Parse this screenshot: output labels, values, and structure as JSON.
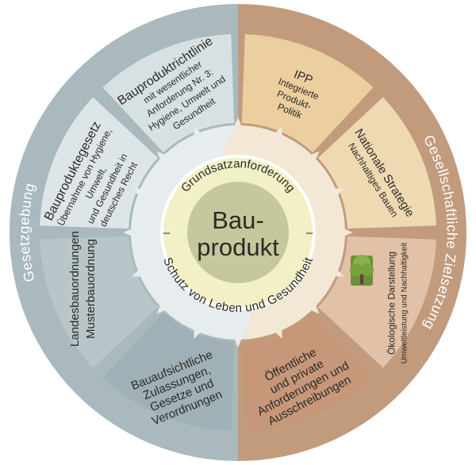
{
  "colors": {
    "left_outer": "#a9b9bd",
    "right_outer": "#c29b7d",
    "left_top": "#d7e0e2",
    "left_upper": "#dde5e7",
    "left_lower": "#b8c6c9",
    "left_bottom": "#9fb1b6",
    "right_top": "#ebcf9f",
    "right_upper": "#efd9b2",
    "right_lower": "#e1c1a7",
    "right_bottom": "#c7977a",
    "inner_left": "#e7ecee",
    "inner_right": "#f3e7d6",
    "center_ring": "#f2f0c7",
    "center_core": "#c6c79c"
  },
  "outer_ring": {
    "left_label": "Gesetzgebung",
    "right_label": "Gesellschaftliche Zielsetzung"
  },
  "segments": {
    "bauproduktrichtlinie": [
      "Bauproduktrichtlinie",
      "mit wesentlicher",
      "Anforderung Nr. 3:",
      "Hygiene, Umwelt und",
      "Gesundheit"
    ],
    "bauproduktegesetz": [
      "Bauproduktegesetz",
      "Übernahme von Hygiene,",
      "Umwelt,",
      "und Gesundheit in",
      "deutsches Recht"
    ],
    "landesbauordnungen": [
      "Landesbauordnungen",
      "Musterbauordnung"
    ],
    "bauaufsichtliche": [
      "Bauaufsichtliche",
      "Zulassungen,",
      "Gesetze und",
      "Verordnungen"
    ],
    "ipp": [
      "IPP",
      "Integrierte",
      "Produkt-",
      "Politik"
    ],
    "nationale_strategie": [
      "Nationale Strategie",
      "Nachhaltiges Bauen"
    ],
    "oekologische": [
      "Ökologische Darstellung",
      "Umweltleistung und Nachhaltigkeit"
    ],
    "oeffentliche": [
      "Öffentliche",
      "und private",
      "Anforderungen und",
      "Ausschreibungen"
    ]
  },
  "center": {
    "title_line1": "Bau-",
    "title_line2": "produkt",
    "ring_top": "Grundsatzanforderung",
    "ring_bottom": "Schutz von Leben und Gesundheit",
    "dash_left": "–",
    "dash_right": "–"
  }
}
